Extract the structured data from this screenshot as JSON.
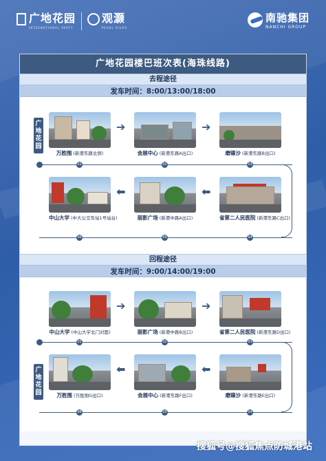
{
  "header": {
    "brand_left": "广地花园",
    "brand_left_sub": "INTERNATIONAL PARTY",
    "brand_mid": "观灏",
    "brand_mid_sub": "PEARL RIVER",
    "brand_right": "南驰集团",
    "brand_right_sub": "NANCHI GROUP"
  },
  "card": {
    "title": "广地花园楼巴班次表(海珠线路)"
  },
  "outbound": {
    "heading": "去程途径",
    "departure": "发车时间：8:00/13:00/18:00",
    "start_badge": "广地花园",
    "stops": [
      {
        "name": "万胜围",
        "note": "(新港东路北侧)",
        "num": "01"
      },
      {
        "name": "会展中心",
        "note": "(新港东路A出口)",
        "num": "02"
      },
      {
        "name": "磨碟沙",
        "note": "(新港东路B出口)",
        "num": "03"
      },
      {
        "name": "省第二人民医院",
        "note": "(新港东路C出口)",
        "num": "04"
      },
      {
        "name": "丽影广场",
        "note": "(新港中路A出口)",
        "num": "05"
      },
      {
        "name": "中山大学",
        "note": "(中大公交车站1号站台)",
        "num": "06"
      }
    ]
  },
  "return": {
    "heading": "回程途径",
    "departure": "发车时间：9:00/14:00/19:00",
    "end_badge": "广地花园",
    "stops": [
      {
        "name": "中山大学",
        "note": "(中山大学北门对面)",
        "num": "01"
      },
      {
        "name": "丽影广场",
        "note": "(新港中路B出口)",
        "num": "02"
      },
      {
        "name": "省第二人民医院",
        "note": "(新港东路D出口)",
        "num": "03"
      },
      {
        "name": "磨碟沙",
        "note": "(新港东路E出口)",
        "num": "04"
      },
      {
        "name": "会展中心",
        "note": "(新港东路F出口)",
        "num": "05"
      },
      {
        "name": "万胜围",
        "note": "(万胜围G出口)",
        "num": "06"
      }
    ]
  },
  "watermark": "搜狐号@搜狐焦点防城港站",
  "colors": {
    "background": "#3a6cc0",
    "title_bar": "#3d5a80",
    "section": "#dbe6f6",
    "depart_bar": "#b9cde9"
  }
}
